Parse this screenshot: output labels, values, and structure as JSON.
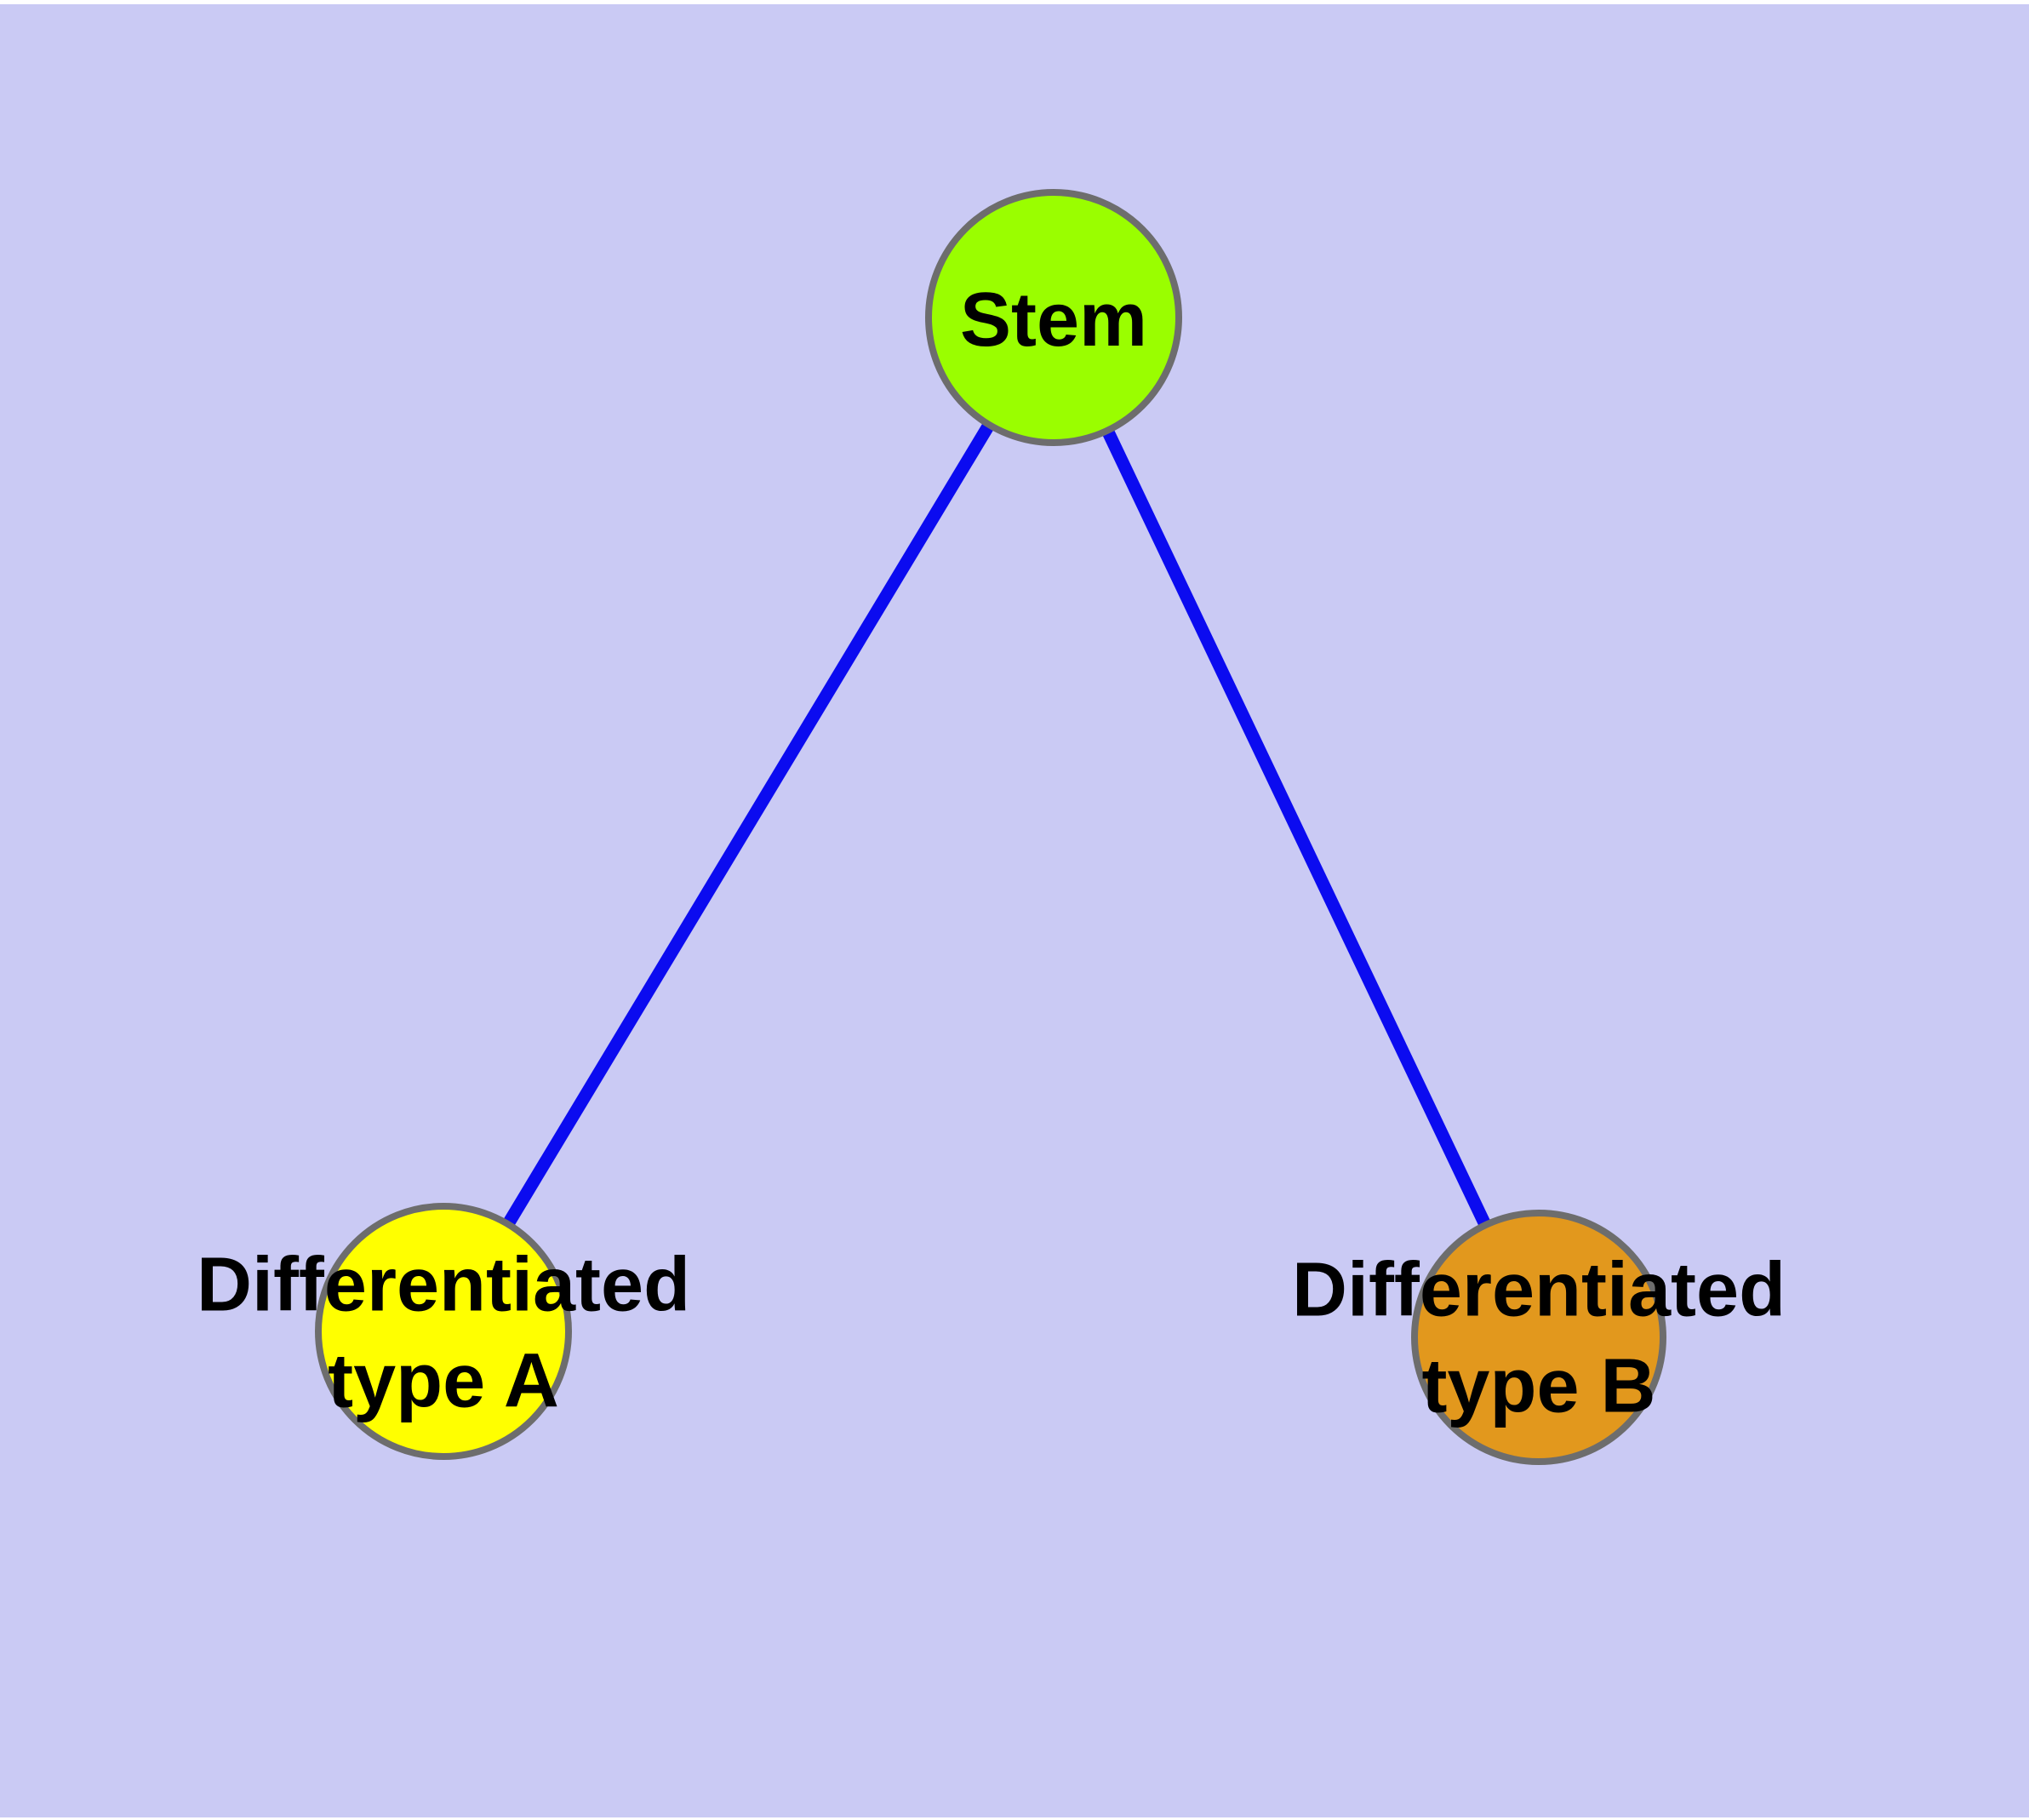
{
  "diagram": {
    "background_color": "#CACAF4",
    "top_margin_color": "#FFFFFF",
    "edge_color": "#0B0BF0",
    "node_stroke_color": "#6D6D6D",
    "label_color": "#000000",
    "nodes": [
      {
        "id": "stem",
        "label": "Stem",
        "fill": "#9AFE00"
      },
      {
        "id": "differentiated-type-a",
        "label": "Differentiated\ntype A",
        "fill": "#FFFF00"
      },
      {
        "id": "differentiated-type-b",
        "label": "Differentiated\ntype B",
        "fill": "#E2981D"
      }
    ],
    "edges": [
      {
        "from": "Stem",
        "to": "Differentiated type A"
      },
      {
        "from": "Stem",
        "to": "Differentiated type B"
      }
    ]
  }
}
